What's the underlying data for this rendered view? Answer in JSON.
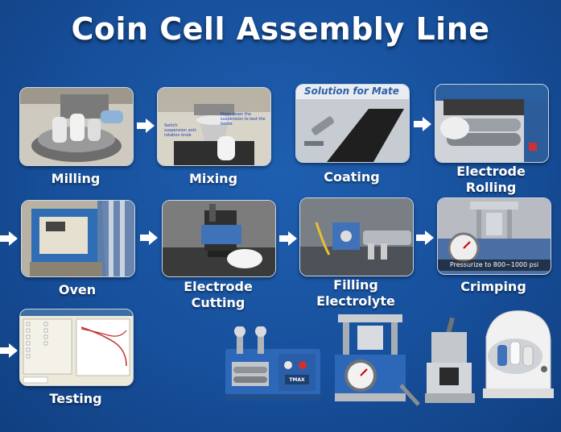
{
  "title": "Coin Cell Assembly Line",
  "steps": [
    {
      "label": "Milling"
    },
    {
      "label": "Mixing"
    },
    {
      "label": "Coating"
    },
    {
      "label": "Electrode Rolling"
    },
    {
      "label": "Oven"
    },
    {
      "label": "Electrode Cutting"
    },
    {
      "label": "Filling Electrolyte"
    },
    {
      "label": "Crimping"
    },
    {
      "label": "Testing"
    }
  ],
  "photo_texts": {
    "coating_banner": "Solution for Mate",
    "mixing_caption_a": "Press down the suspension to test the bottle",
    "mixing_caption_b": "Switch suspension anti-rotation knob",
    "crimping_caption": "Pressurize to 800~1000 psi"
  },
  "machines": {
    "roller_brand": "TMAX"
  },
  "icons": {
    "arrow": "right-arrow-icon"
  },
  "colors": {
    "background": "#17509c",
    "text": "#ffffff"
  }
}
